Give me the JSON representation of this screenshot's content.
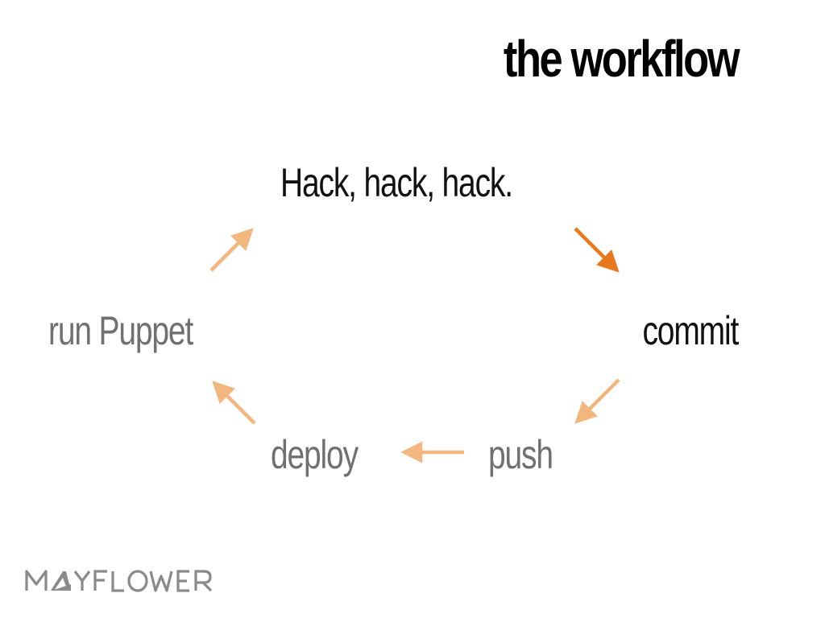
{
  "title": "the workflow",
  "steps": {
    "hack": "Hack, hack, hack.",
    "commit": "commit",
    "push": "push",
    "deploy": "deploy",
    "puppet": "run Puppet"
  },
  "logo": {
    "text": "MAYFLOWER"
  },
  "colors": {
    "active_arrow": "#e8781e",
    "inactive_arrow": "#f2b77f",
    "active_text": "#111111",
    "inactive_text": "#707070"
  }
}
